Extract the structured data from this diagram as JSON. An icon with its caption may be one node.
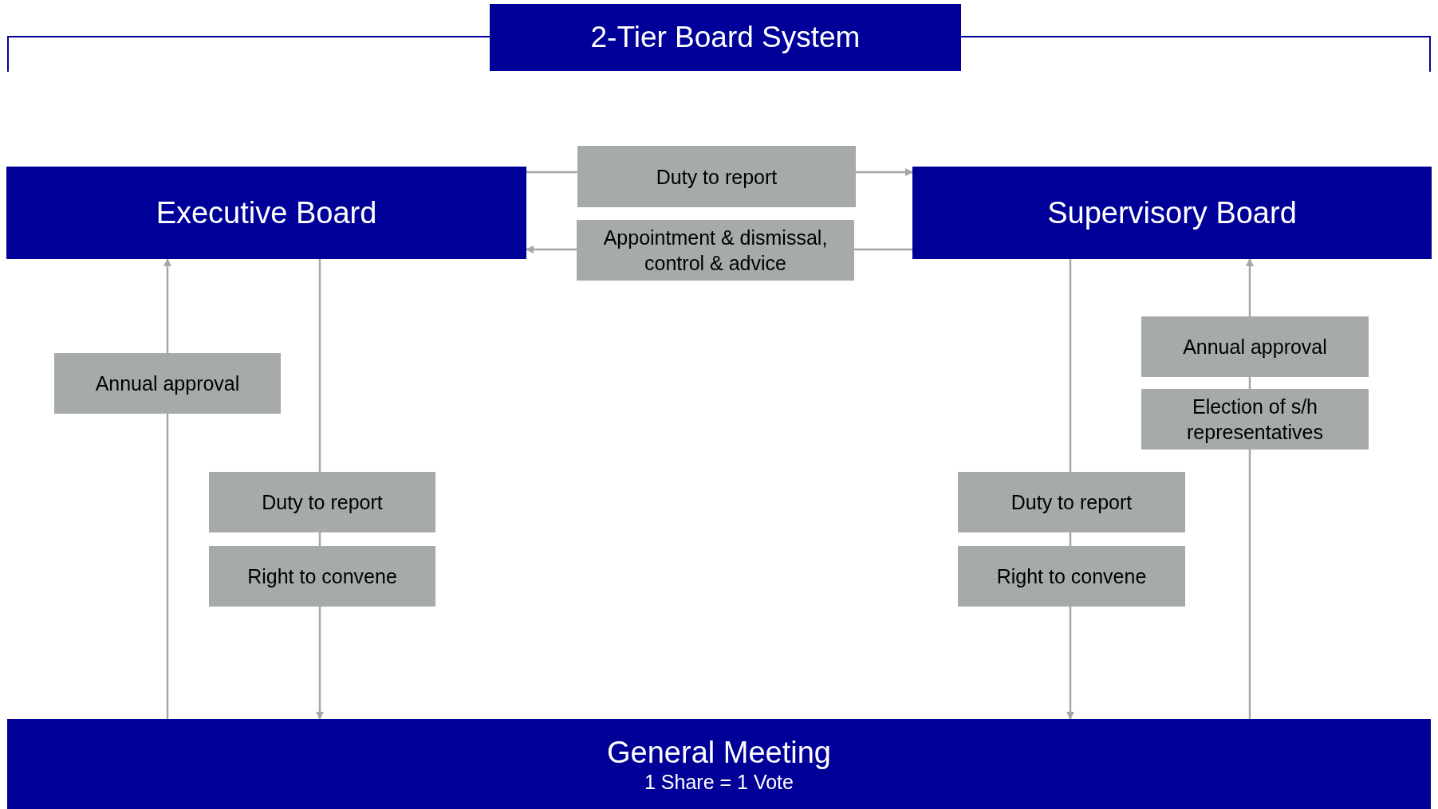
{
  "diagram": {
    "title": "2-Tier Board System",
    "nodes": [
      {
        "text": [
          "Executive Board"
        ]
      },
      {
        "text": [
          "Duty to report"
        ]
      },
      {
        "text": [
          "Appointment & dismissal, control & advice"
        ]
      },
      {
        "text": [
          "Supervisory Board"
        ]
      },
      {
        "text": [
          "Annual approval"
        ]
      },
      {
        "text": [
          "Election of s/h representatives"
        ]
      },
      {
        "text": [
          "Annual approval"
        ]
      },
      {
        "text": [
          "Duty to report"
        ]
      },
      {
        "text": [
          "Right to convene"
        ]
      },
      {
        "text": [
          "Duty to report"
        ]
      },
      {
        "text": [
          "Right to convene"
        ]
      },
      {
        "text": [
          "General Meeting",
          "1 Share = 1 Vote"
        ]
      }
    ],
    "edges": [
      {
        "from": 0,
        "to": 1,
        "arrow": "none"
      },
      {
        "from": 1,
        "to": 3,
        "arrow": "to"
      },
      {
        "from": 3,
        "to": 2,
        "arrow": "none"
      },
      {
        "from": 2,
        "to": 0,
        "arrow": "to"
      },
      {
        "from": 11,
        "to": 6,
        "arrow": "none"
      },
      {
        "from": 6,
        "to": 0,
        "arrow": "to"
      },
      {
        "from": 0,
        "to": 7,
        "arrow": "none"
      },
      {
        "from": 7,
        "to": 8,
        "arrow": "none"
      },
      {
        "from": 8,
        "to": 11,
        "arrow": "to"
      },
      {
        "from": 3,
        "to": 9,
        "arrow": "none"
      },
      {
        "from": 9,
        "to": 10,
        "arrow": "none"
      },
      {
        "from": 10,
        "to": 11,
        "arrow": "to"
      },
      {
        "from": 11,
        "to": 5,
        "arrow": "none"
      },
      {
        "from": 5,
        "to": 4,
        "arrow": "none"
      },
      {
        "from": 4,
        "to": 3,
        "arrow": "to"
      }
    ]
  }
}
